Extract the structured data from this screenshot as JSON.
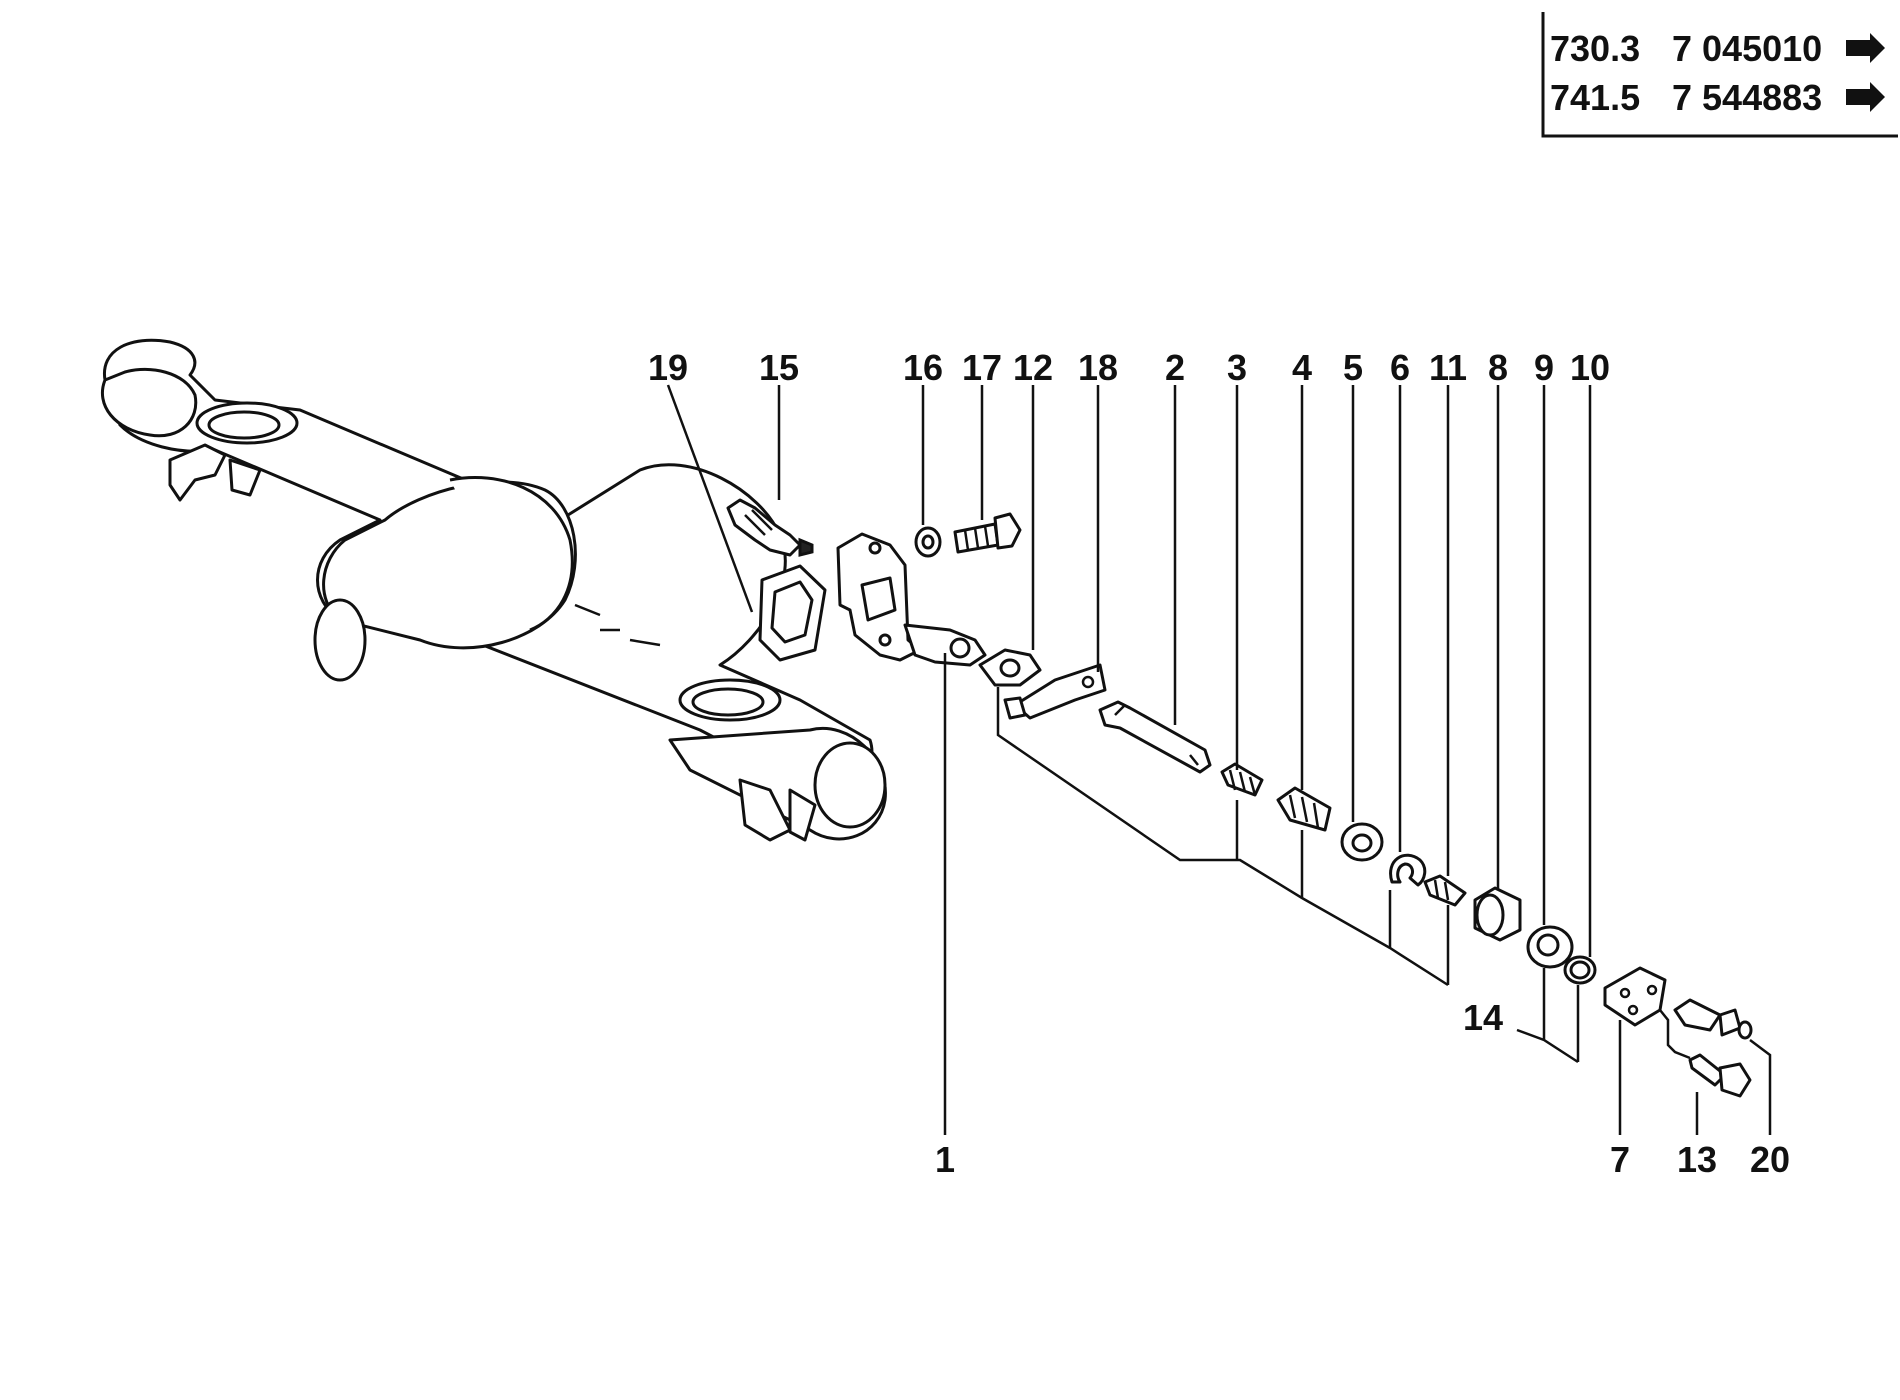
{
  "reference_box": {
    "rows": [
      {
        "model": "730.3",
        "serial": "7 045010"
      },
      {
        "model": "741.5",
        "serial": "7 544883"
      }
    ]
  },
  "callouts": [
    {
      "id": "19",
      "label": "19"
    },
    {
      "id": "15",
      "label": "15"
    },
    {
      "id": "16",
      "label": "16"
    },
    {
      "id": "17",
      "label": "17"
    },
    {
      "id": "12",
      "label": "12"
    },
    {
      "id": "18",
      "label": "18"
    },
    {
      "id": "2",
      "label": "2"
    },
    {
      "id": "3",
      "label": "3"
    },
    {
      "id": "4",
      "label": "4"
    },
    {
      "id": "5",
      "label": "5"
    },
    {
      "id": "6",
      "label": "6"
    },
    {
      "id": "11",
      "label": "11"
    },
    {
      "id": "8",
      "label": "8"
    },
    {
      "id": "9",
      "label": "9"
    },
    {
      "id": "10",
      "label": "10"
    },
    {
      "id": "14",
      "label": "14"
    },
    {
      "id": "1",
      "label": "1"
    },
    {
      "id": "7",
      "label": "7"
    },
    {
      "id": "13",
      "label": "13"
    },
    {
      "id": "20",
      "label": "20"
    }
  ]
}
